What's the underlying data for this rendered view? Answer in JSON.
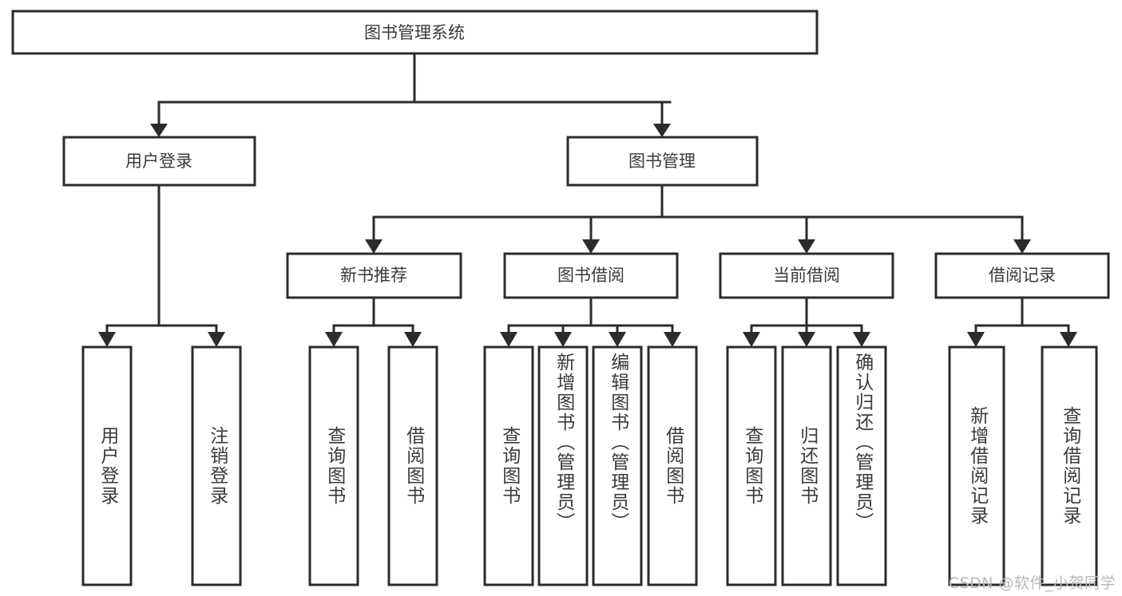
{
  "diagram": {
    "title": "图书管理系统",
    "type": "tree",
    "watermark": "CSDN @软件_小贺同学",
    "colors": {
      "box_stroke": "#2b2b2b",
      "box_fill": "#ffffff",
      "text": "#3a3a3a",
      "background": "#ffffff",
      "watermark": "#b8b8b8"
    },
    "nodes": {
      "root": {
        "label": "图书管理系统"
      },
      "level2": [
        {
          "id": "user-login",
          "label": "用户登录"
        },
        {
          "id": "book-manage",
          "label": "图书管理"
        }
      ],
      "level3": [
        {
          "id": "new-book-recommend",
          "label": "新书推荐"
        },
        {
          "id": "book-borrow",
          "label": "图书借阅"
        },
        {
          "id": "current-borrow",
          "label": "当前借阅"
        },
        {
          "id": "borrow-record",
          "label": "借阅记录"
        }
      ],
      "leaves": {
        "user-login": [
          {
            "id": "leaf-user-login",
            "label": "用户登录"
          },
          {
            "id": "leaf-logout",
            "label": "注销登录"
          }
        ],
        "new-book-recommend": [
          {
            "id": "leaf-query-book-1",
            "label": "查询图书"
          },
          {
            "id": "leaf-borrow-book-1",
            "label": "借阅图书"
          }
        ],
        "book-borrow": [
          {
            "id": "leaf-query-book-2",
            "label": "查询图书"
          },
          {
            "id": "leaf-add-book",
            "label": "新增图书（管理员）"
          },
          {
            "id": "leaf-edit-book",
            "label": "编辑图书（管理员）"
          },
          {
            "id": "leaf-borrow-book-2",
            "label": "借阅图书"
          }
        ],
        "current-borrow": [
          {
            "id": "leaf-query-book-3",
            "label": "查询图书"
          },
          {
            "id": "leaf-return-book",
            "label": "归还图书"
          },
          {
            "id": "leaf-confirm-return",
            "label": "确认归还（管理员）"
          }
        ],
        "borrow-record": [
          {
            "id": "leaf-add-record",
            "label": "新增借阅记录"
          },
          {
            "id": "leaf-query-record",
            "label": "查询借阅记录"
          }
        ]
      }
    }
  }
}
